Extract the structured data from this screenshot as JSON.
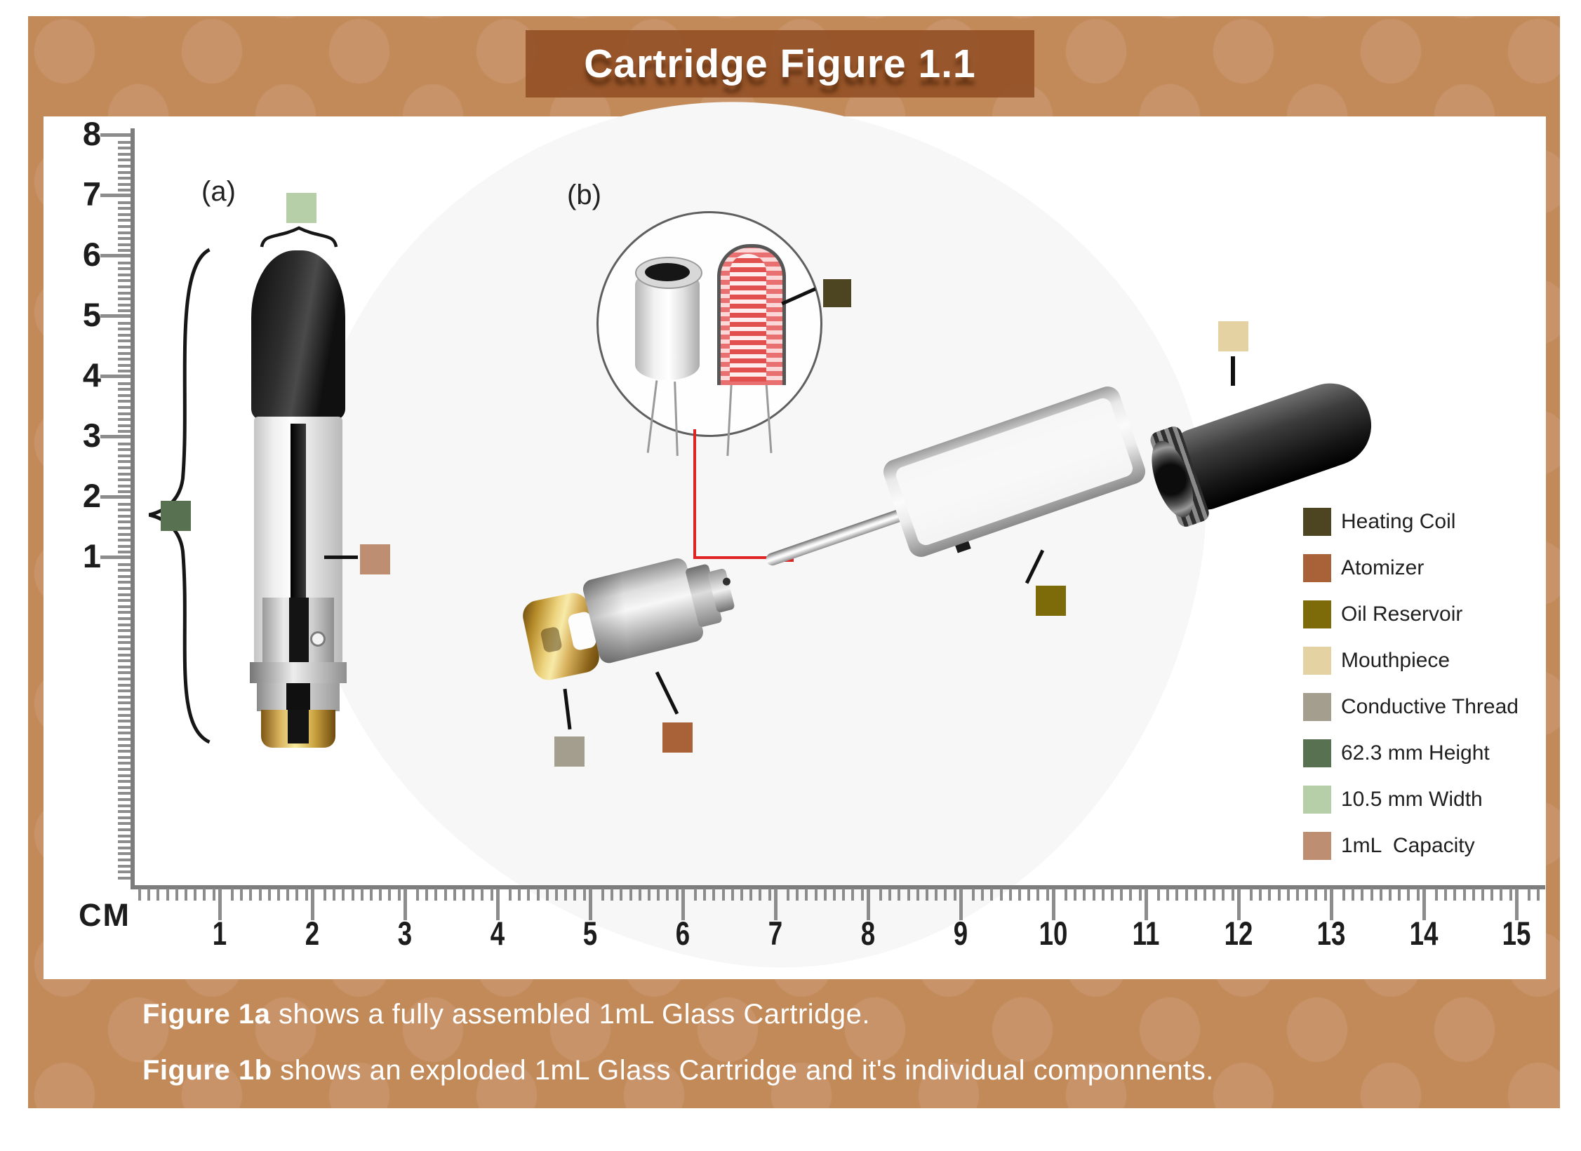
{
  "title": "Cartridge Figure 1.1",
  "panel": {
    "label_a": "(a)",
    "label_b": "(b)"
  },
  "ruler": {
    "unit_label": "CM",
    "vertical_numbers": [
      "8",
      "7",
      "6",
      "5",
      "4",
      "3",
      "2",
      "1"
    ],
    "horizontal_numbers": [
      "1",
      "2",
      "3",
      "4",
      "5",
      "6",
      "7",
      "8",
      "9",
      "10",
      "11",
      "12",
      "13",
      "14",
      "15"
    ]
  },
  "legend": {
    "items": [
      {
        "label": "Heating Coil",
        "color": "#4d4522"
      },
      {
        "label": "Atomizer",
        "color": "#a96138"
      },
      {
        "label": "Oil Reservoir",
        "color": "#7d6b0a"
      },
      {
        "label": "Mouthpiece",
        "color": "#e5d2a2"
      },
      {
        "label": "Conductive Thread",
        "color": "#a39e8d"
      },
      {
        "label": "62.3 mm Height",
        "color": "#587251"
      },
      {
        "label": "10.5 mm Width",
        "color": "#b6cfa8"
      },
      {
        "label": "1mL  Capacity",
        "color": "#bd8e72"
      }
    ]
  },
  "captions": [
    {
      "bold": "Figure 1a",
      "rest": " shows a fully assembled 1mL Glass Cartridge."
    },
    {
      "bold": "Figure 1b",
      "rest": " shows an exploded 1mL Glass Cartridge and it's individual componnents."
    }
  ],
  "icons": {
    "height_brace": "curly-brace",
    "width_brace": "curly-brace",
    "magnifier_circle": "zoom-detail-circle"
  },
  "colors": {
    "background": "#c28a59",
    "pattern": "#c9936a",
    "title_bar": "#8d491e",
    "red_callout": "#e02424"
  }
}
